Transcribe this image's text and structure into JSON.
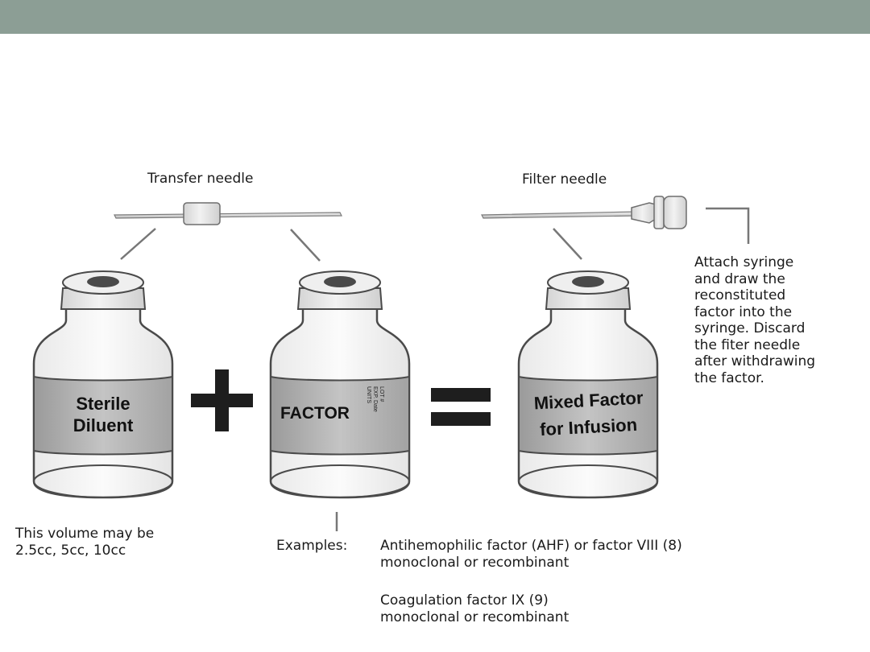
{
  "header": {
    "bar_color": "#8c9e95"
  },
  "labels": {
    "transfer_needle": "Transfer needle",
    "filter_needle": "Filter needle",
    "attach_note": "Attach syringe\nand draw the\nreconstituted\nfactor into the\nsyringe. Discard\nthe fiter needle\nafter withdrawing\nthe factor.",
    "volume_note": "This volume may be\n2.5cc, 5cc, 10cc",
    "examples_prefix": "Examples:",
    "example_1": "Antihemophilic factor (AHF) or factor VIII (8)\nmonoclonal or recombinant",
    "example_2": "Coagulation factor IX (9)\nmonoclonal or recombinant"
  },
  "vials": {
    "diluent": {
      "line1": "Sterile",
      "line2": "Diluent"
    },
    "factor": {
      "name": "FACTOR",
      "side_1": "LOT #",
      "side_2": "EXP. Date",
      "side_3": "UNITS"
    },
    "mixed": {
      "line1": "Mixed Factor",
      "line2": "for Infusion"
    }
  },
  "operators": {
    "plus": "+",
    "equals": "="
  }
}
